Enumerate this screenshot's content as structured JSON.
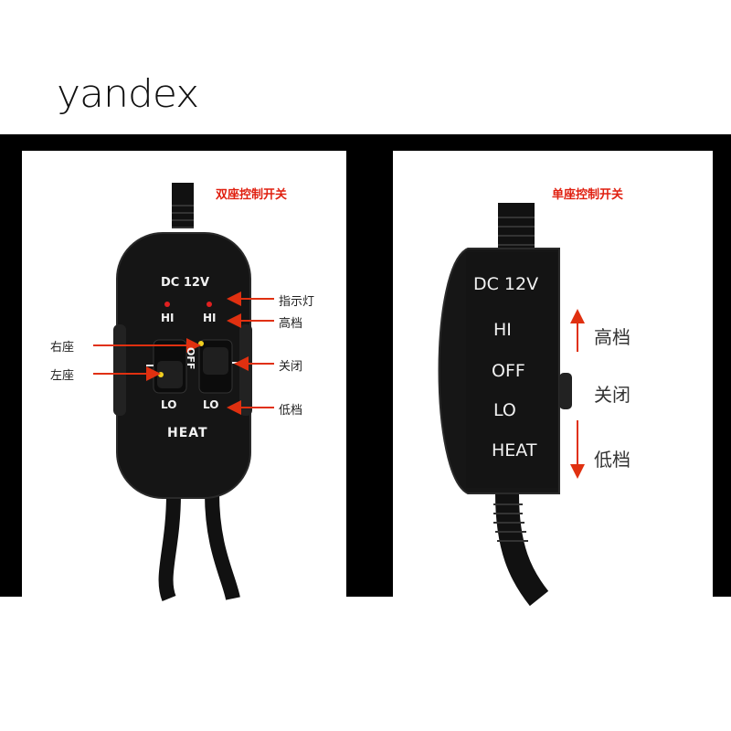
{
  "watermark": "yandex",
  "left_panel": {
    "title": "双座控制开关",
    "device": {
      "dc": "DC 12V",
      "hi_1": "HI",
      "hi_2": "HI",
      "off": "OFF",
      "lo_1": "LO",
      "lo_2": "LO",
      "heat": "HEAT"
    },
    "labels": {
      "indicator": "指示灯",
      "high": "高档",
      "right_seat": "右座",
      "left_seat": "左座",
      "close": "关闭",
      "low": "低档"
    }
  },
  "right_panel": {
    "title": "单座控制开关",
    "device": {
      "dc": "DC 12V",
      "hi": "HI",
      "off": "OFF",
      "lo": "LO",
      "heat": "HEAT"
    },
    "labels": {
      "high": "高档",
      "close": "关闭",
      "low": "低档"
    }
  },
  "colors": {
    "arrow": "#e03010",
    "led": "#e02020",
    "indicator_dot": "#f0d020"
  }
}
